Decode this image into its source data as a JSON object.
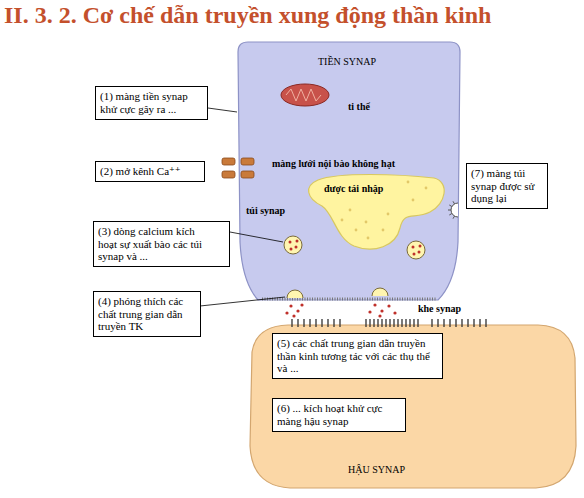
{
  "diagram": {
    "title": "II. 3. 2. Cơ chế dẫn truyền xung động thần kinh",
    "nodes": [
      {
        "text": [
          "TIỀN SYNAP"
        ]
      },
      {
        "text": [
          "(1) màng tiền synap khử cực gây ra ..."
        ]
      },
      {
        "text": [
          "(2) mở kênh Ca⁺⁺"
        ]
      },
      {
        "text": [
          "(3) dòng calcium kích hoạt sự xuất bào các túi synap và ..."
        ]
      },
      {
        "text": [
          "(7) màng túi synap được sử dụng lại"
        ]
      },
      {
        "text": [
          "(4) phóng thích các chất trung gian dẫn truyền TK"
        ]
      },
      {
        "text": [
          "HẬU SYNAP"
        ]
      },
      {
        "text": [
          "(5) các chất trung gian dẫn truyền thần kinh tương tác với các thụ thể và ..."
        ],
        "in": 6
      },
      {
        "text": [
          "(6) ... kích hoạt khử cực màng hậu synap"
        ],
        "in": 6
      }
    ],
    "labels": [
      "ti thể",
      "màng lưới nội bào không hạt",
      "được tái nhập",
      "túi synap",
      "khe synap"
    ]
  }
}
